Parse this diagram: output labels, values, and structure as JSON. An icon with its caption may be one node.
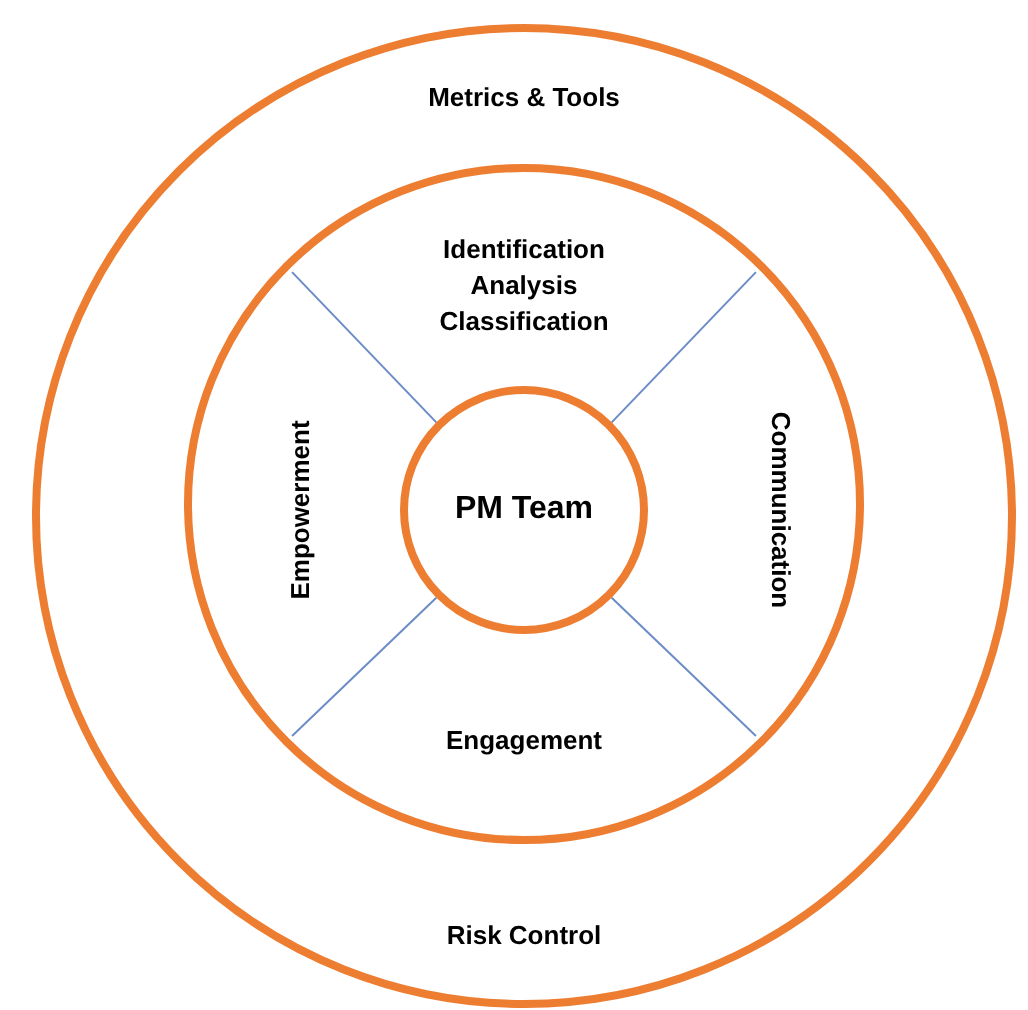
{
  "diagram": {
    "nodes": [
      {
        "text": [
          "Metrics & Tools",
          "Risk Control"
        ]
      },
      {
        "text": [],
        "shape": "circle",
        "in": 0
      },
      {
        "text": [
          "PM Team"
        ],
        "in": 1
      }
    ],
    "labels": [
      "Identification Analysis Classification",
      "Communication",
      "Engagement",
      "Empowerment"
    ]
  }
}
